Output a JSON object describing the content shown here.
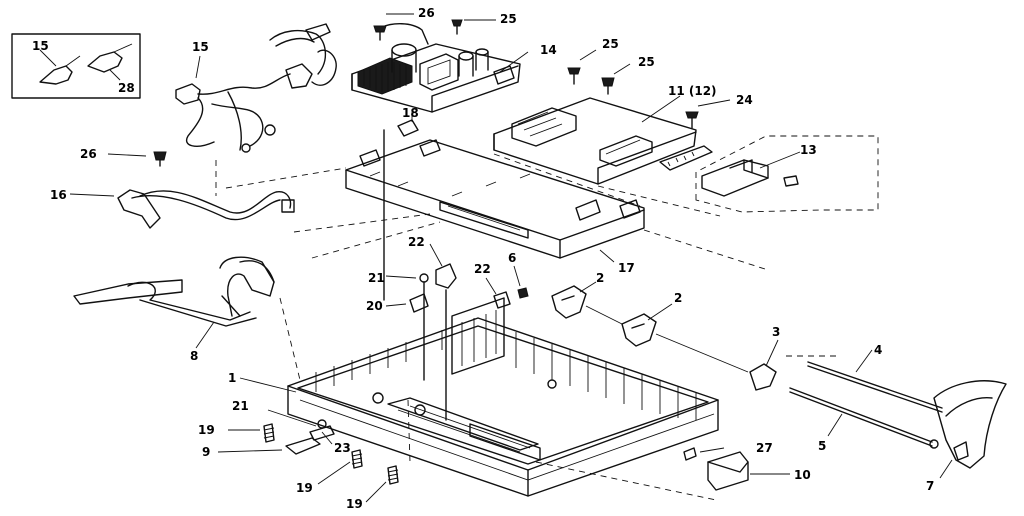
{
  "callouts": [
    {
      "id": "c15a",
      "text": "15"
    },
    {
      "id": "c28",
      "text": "28"
    },
    {
      "id": "c15b",
      "text": "15"
    },
    {
      "id": "c26a",
      "text": "26"
    },
    {
      "id": "c25a",
      "text": "25"
    },
    {
      "id": "c14",
      "text": "14"
    },
    {
      "id": "c25b",
      "text": "25"
    },
    {
      "id": "c25c",
      "text": "25"
    },
    {
      "id": "c11",
      "text": "11 (12)"
    },
    {
      "id": "c24",
      "text": "24"
    },
    {
      "id": "c18",
      "text": "18"
    },
    {
      "id": "c26b",
      "text": "26"
    },
    {
      "id": "c13",
      "text": "13"
    },
    {
      "id": "c16",
      "text": "16"
    },
    {
      "id": "c17",
      "text": "17"
    },
    {
      "id": "c22a",
      "text": "22"
    },
    {
      "id": "c6",
      "text": "6"
    },
    {
      "id": "c22b",
      "text": "22"
    },
    {
      "id": "c21a",
      "text": "21"
    },
    {
      "id": "c2a",
      "text": "2"
    },
    {
      "id": "c2b",
      "text": "2"
    },
    {
      "id": "c20",
      "text": "20"
    },
    {
      "id": "c8",
      "text": "8"
    },
    {
      "id": "c3",
      "text": "3"
    },
    {
      "id": "c4",
      "text": "4"
    },
    {
      "id": "c1",
      "text": "1"
    },
    {
      "id": "c21b",
      "text": "21"
    },
    {
      "id": "c19a",
      "text": "19"
    },
    {
      "id": "c23",
      "text": "23"
    },
    {
      "id": "c9",
      "text": "9"
    },
    {
      "id": "c5",
      "text": "5"
    },
    {
      "id": "c27",
      "text": "27"
    },
    {
      "id": "c10",
      "text": "10"
    },
    {
      "id": "c19b",
      "text": "19"
    },
    {
      "id": "c19c",
      "text": "19"
    },
    {
      "id": "c7",
      "text": "7"
    }
  ]
}
